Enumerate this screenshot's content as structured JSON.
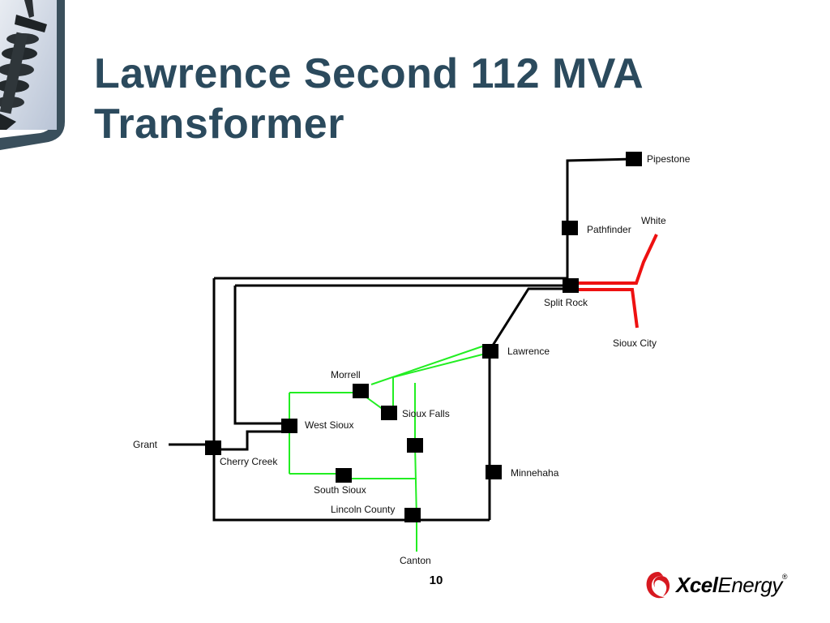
{
  "slide": {
    "title": "Lawrence Second 112 MVA Transformer",
    "page_number": "10"
  },
  "diagram": {
    "substations": {
      "pipestone": "Pipestone",
      "pathfinder": "Pathfinder",
      "white": "White",
      "split_rock": "Split Rock",
      "sioux_city": "Sioux City",
      "lawrence": "Lawrence",
      "morrell": "Morrell",
      "sioux_falls": "Sioux Falls",
      "west_sioux": "West Sioux",
      "grant": "Grant",
      "cherry_creek": "Cherry Creek",
      "minnehaha": "Minnehaha",
      "south_sioux": "South Sioux",
      "lincoln_county": "Lincoln County",
      "canton": "Canton"
    },
    "colors": {
      "existing_line": "#000000",
      "proposed_line": "#22ee22",
      "other_line": "#ee1111",
      "title": "#2b4a5d",
      "logo_red": "#d71920"
    }
  },
  "logo": {
    "brand_bold": "Xcel",
    "brand_regular": "Energy",
    "mark": "®"
  }
}
